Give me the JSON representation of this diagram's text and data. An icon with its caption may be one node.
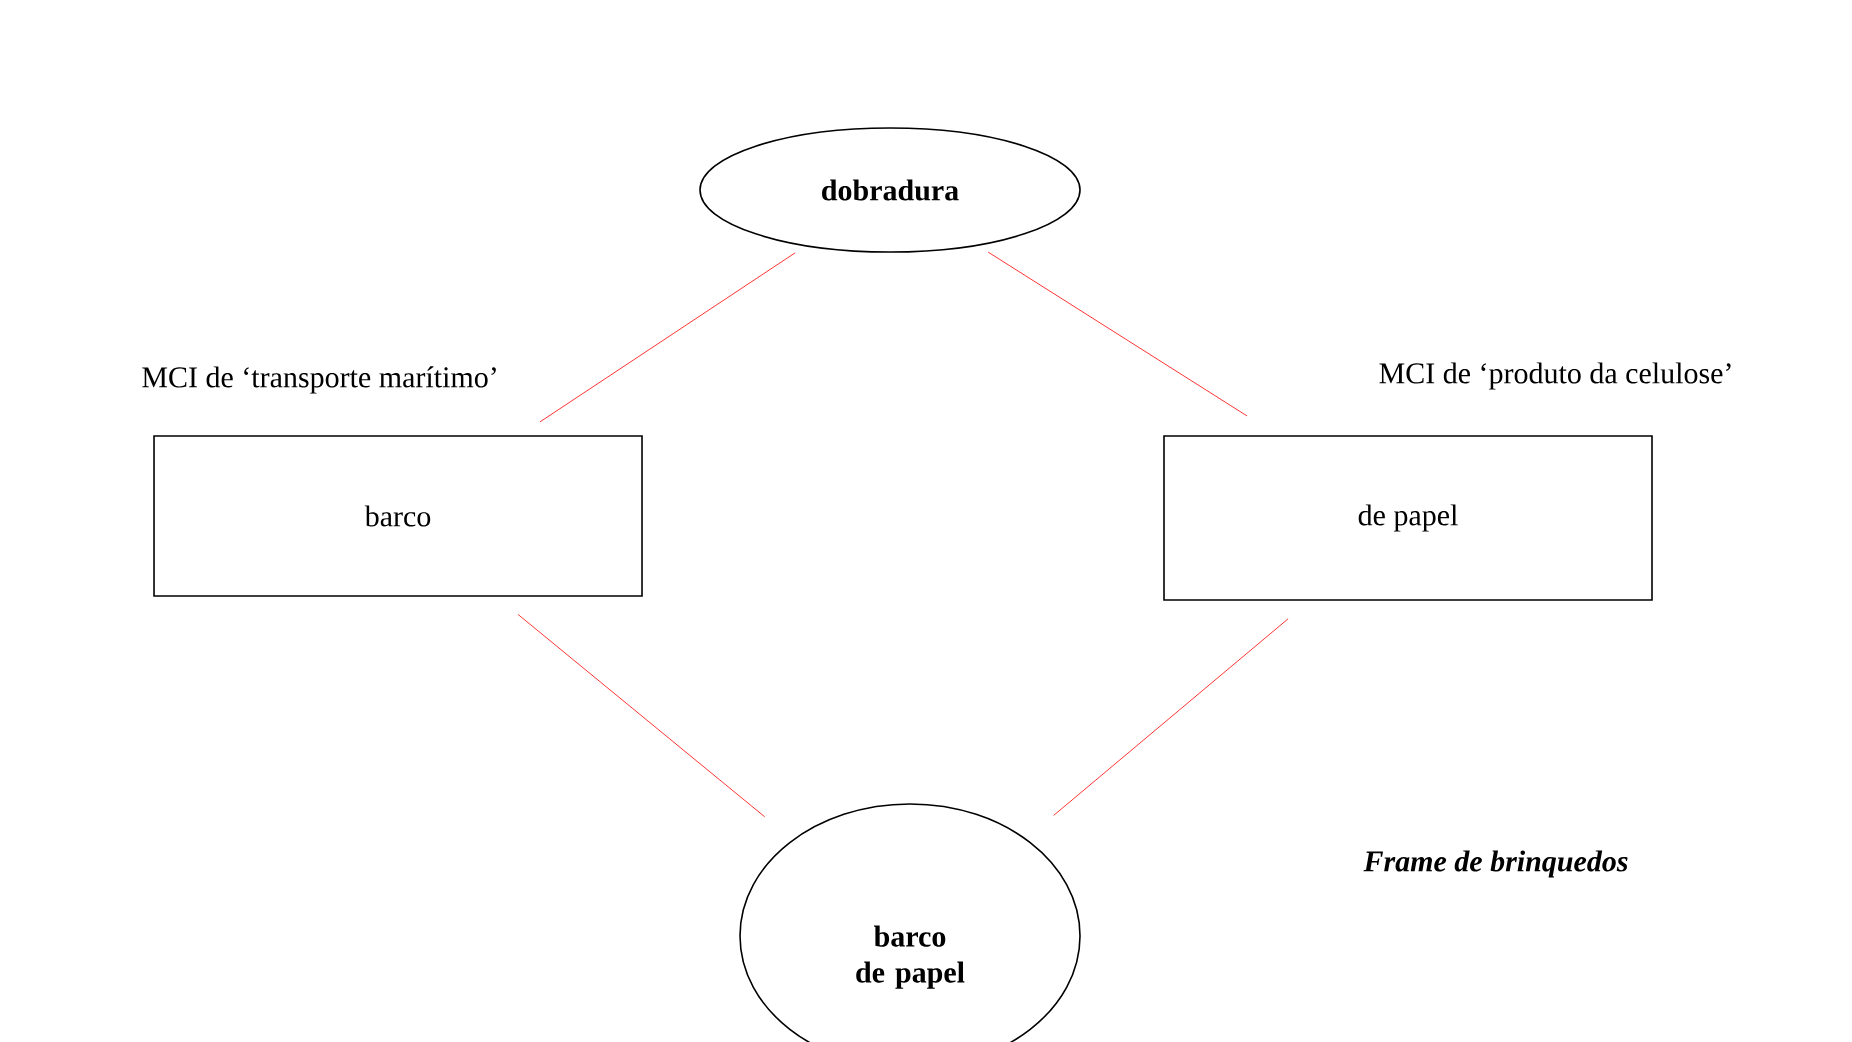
{
  "diagram": {
    "nodes": [
      {
        "text": [
          "dobradura"
        ]
      },
      {
        "text": [
          "barco"
        ]
      },
      {
        "text": [
          "de papel"
        ]
      },
      {
        "text": [
          "barco de papel"
        ]
      }
    ],
    "edges": [
      {
        "from": 0,
        "to": 1,
        "arrow": "none",
        "label": "MCI de ‘transporte marítimo’"
      },
      {
        "from": 0,
        "to": 2,
        "arrow": "none",
        "label": "MCI de ‘produto da celulose’"
      },
      {
        "from": 1,
        "to": 3,
        "arrow": "none"
      },
      {
        "from": 2,
        "to": 3,
        "arrow": "none"
      }
    ],
    "labels": [
      "Frame de brinquedos"
    ]
  }
}
